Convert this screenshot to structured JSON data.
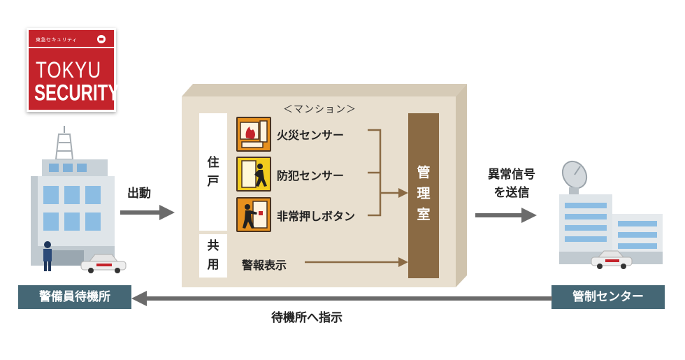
{
  "logo": {
    "small_text": "東急セキュリティ",
    "brand_line1": "TOKYU",
    "brand_line2": "SECURITY"
  },
  "mansion": {
    "title": "＜マンション＞",
    "residence_label": [
      "住",
      "戸"
    ],
    "common_label": [
      "共",
      "用"
    ],
    "sensors": [
      {
        "icon": "fire-sensor-icon",
        "label": "火災センサー"
      },
      {
        "icon": "crime-sensor-icon",
        "label": "防犯センサー"
      },
      {
        "icon": "emergency-button-icon",
        "label": "非常押しボタン"
      }
    ],
    "common_item": "警報表示",
    "control_room": [
      "管",
      "理",
      "室"
    ]
  },
  "flow": {
    "dispatch": "出動",
    "send_signal_line1": "異常信号",
    "send_signal_line2": "を送信",
    "instruct": "待機所へ指示"
  },
  "stations": {
    "guard_station": "警備員待機所",
    "control_center": "管制センター"
  },
  "colors": {
    "brand_red": "#c4232b",
    "brown": "#8a6a44",
    "label_bg": "#456775",
    "box_bg": "#e8dfcf",
    "arrow_gray": "#6b6b6b",
    "icon_orange": "#e6901e",
    "icon_yellow": "#f2cc1e"
  }
}
